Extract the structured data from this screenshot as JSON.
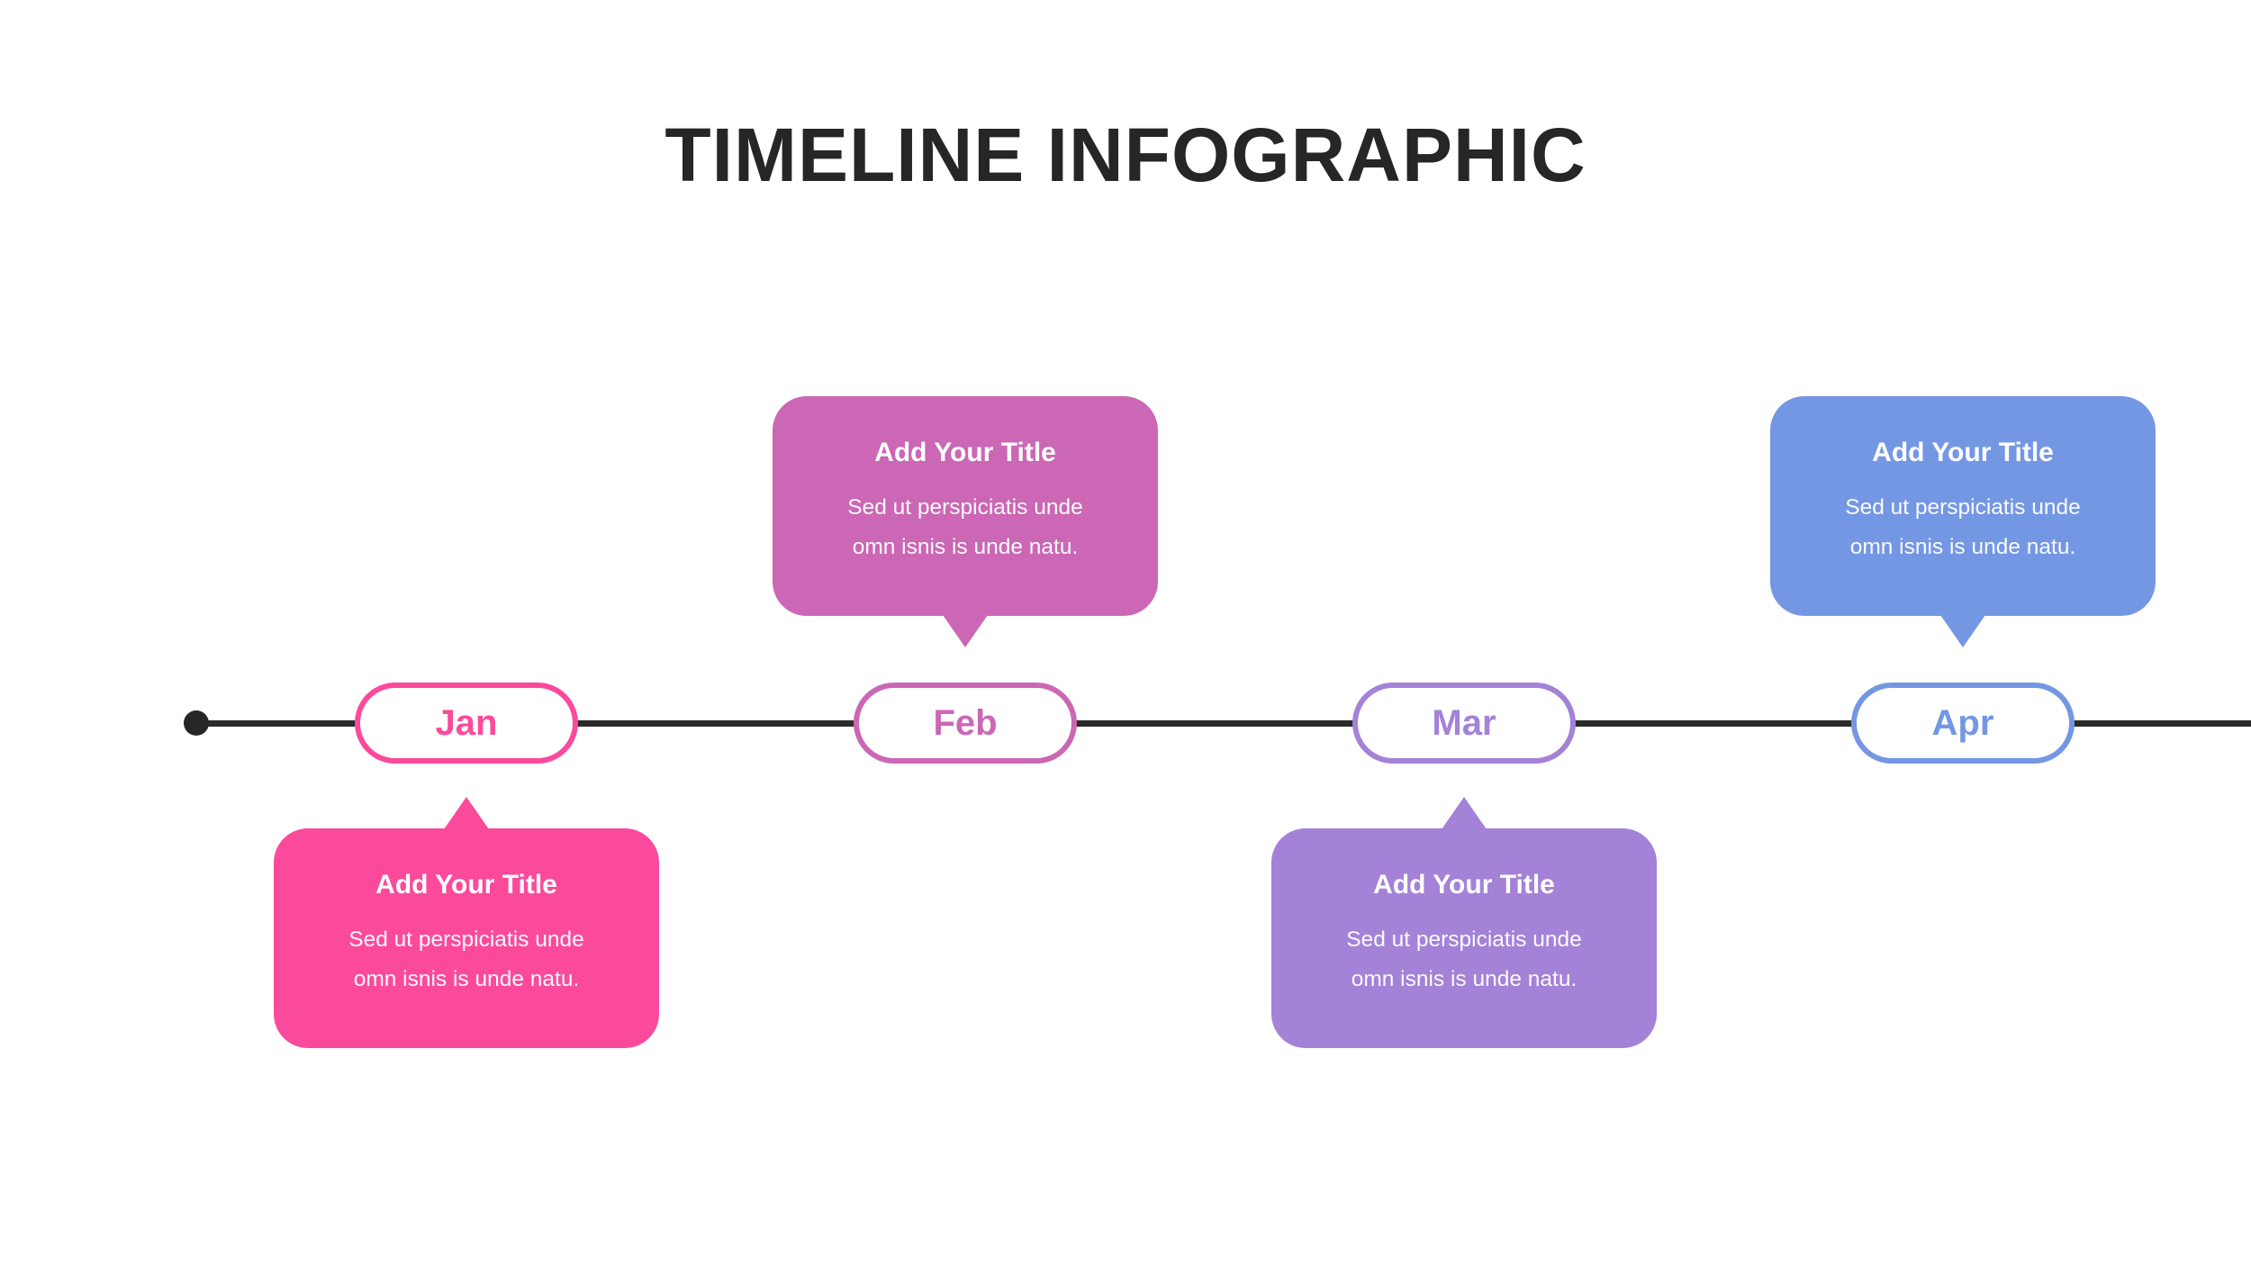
{
  "page": {
    "title": "TIMELINE INFOGRAPHIC",
    "background_color": "#ffffff",
    "title_color": "#262626"
  },
  "timeline": {
    "line_color": "#2b2b2b",
    "dot_color": "#262626",
    "milestones": [
      {
        "month": "Jan",
        "accent_color": "#fb4a9c",
        "callout_position": "below",
        "card": {
          "title": "Add Your Title",
          "body_line1": "Sed ut perspiciatis unde",
          "body_line2": "omn isnis is unde natu."
        }
      },
      {
        "month": "Feb",
        "accent_color": "#cb67b5",
        "callout_position": "above",
        "card": {
          "title": "Add Your Title",
          "body_line1": "Sed ut perspiciatis unde",
          "body_line2": "omn isnis is unde natu."
        }
      },
      {
        "month": "Mar",
        "accent_color": "#a382d8",
        "callout_position": "below",
        "card": {
          "title": "Add Your Title",
          "body_line1": "Sed ut perspiciatis unde",
          "body_line2": "omn isnis is unde natu."
        }
      },
      {
        "month": "Apr",
        "accent_color": "#7497e4",
        "callout_position": "above",
        "card": {
          "title": "Add Your Title",
          "body_line1": "Sed ut perspiciatis unde",
          "body_line2": "omn isnis is unde natu."
        }
      }
    ]
  }
}
